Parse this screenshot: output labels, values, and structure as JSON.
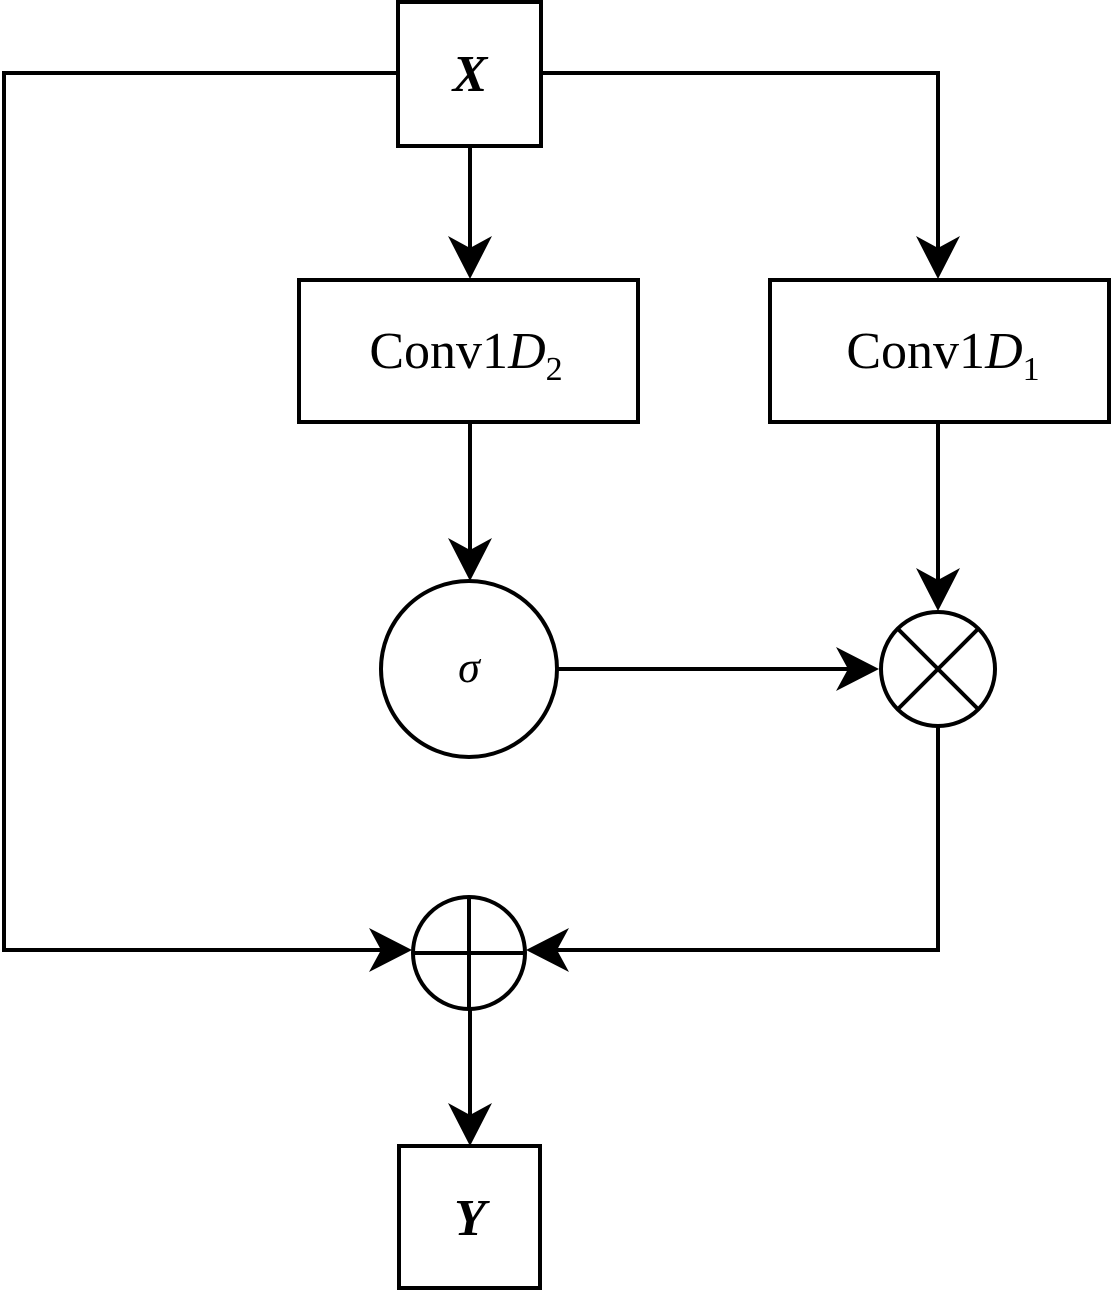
{
  "nodes": {
    "input": {
      "label": "X"
    },
    "output": {
      "label": "Y"
    },
    "conv2": {
      "prefix": "Conv1",
      "var": "D",
      "sub": "2"
    },
    "conv1": {
      "prefix": "Conv1",
      "var": "D",
      "sub": "1"
    },
    "sigmoid": {
      "label": "σ"
    },
    "multiply": {
      "symbol": "⊗"
    },
    "add": {
      "symbol": "⊕"
    }
  }
}
